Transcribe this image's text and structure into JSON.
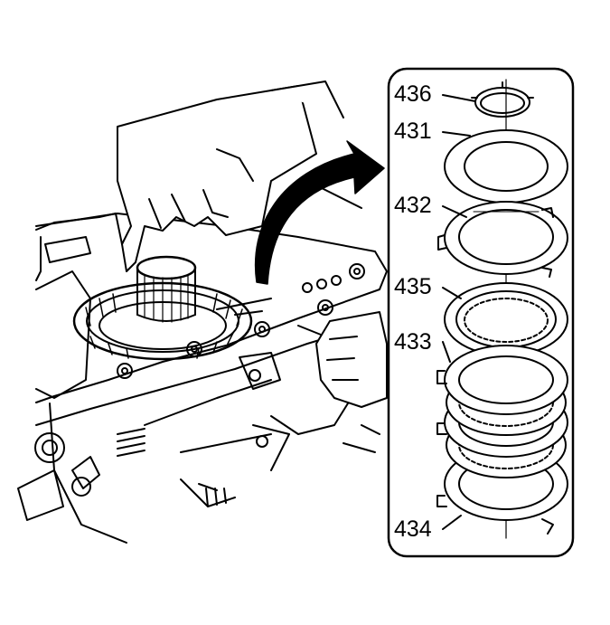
{
  "diagram": {
    "callouts": [
      {
        "id": "436"
      },
      {
        "id": "431"
      },
      {
        "id": "432"
      },
      {
        "id": "435"
      },
      {
        "id": "433"
      },
      {
        "id": "434"
      }
    ]
  }
}
